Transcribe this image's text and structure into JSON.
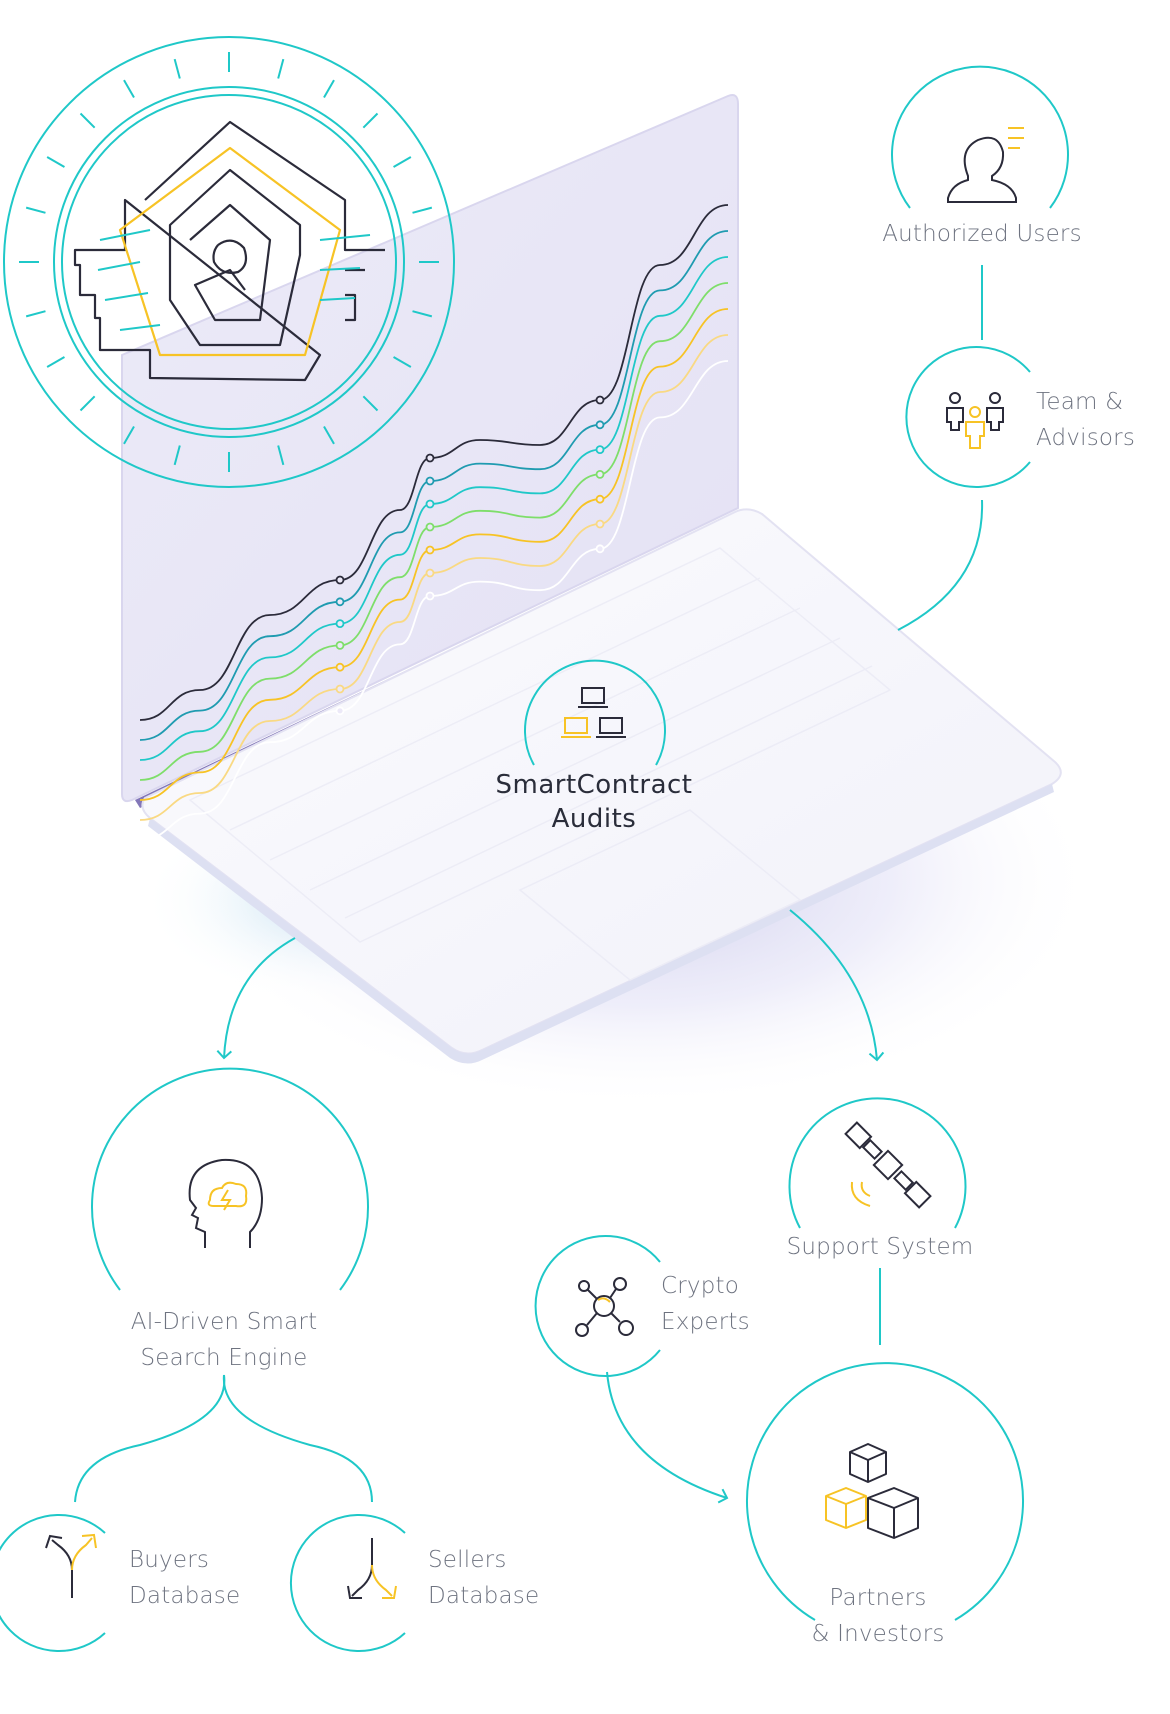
{
  "colors": {
    "teal": "#1fc8c8",
    "yellow": "#f7c325",
    "dark": "#2b2b3a",
    "green": "#7ede6a",
    "screen": "#e9e6f6"
  },
  "center": {
    "line1": "SmartContract",
    "line2": "Audits",
    "icon": "laptops-network-icon"
  },
  "nodes": {
    "authorized_users": {
      "line1": "Authorized Users",
      "icon": "user-list-icon"
    },
    "team": {
      "line1": "Team &",
      "line2": "Advisors",
      "icon": "team-people-icon"
    },
    "ai_engine": {
      "line1": "AI-Driven Smart",
      "line2": "Search Engine",
      "icon": "brain-head-icon"
    },
    "support": {
      "line1": "Support System",
      "icon": "satellite-icon"
    },
    "crypto": {
      "line1": "Crypto",
      "line2": "Experts",
      "icon": "molecule-network-icon"
    },
    "partners": {
      "line1": "Partners",
      "line2": "& Investors",
      "icon": "cubes-icon"
    },
    "buyers": {
      "line1": "Buyers",
      "line2": "Database",
      "icon": "split-arrows-up-icon"
    },
    "sellers": {
      "line1": "Sellers",
      "line2": "Database",
      "icon": "split-arrows-down-icon"
    }
  },
  "logo": {
    "icon": "maze-shield-logo"
  }
}
